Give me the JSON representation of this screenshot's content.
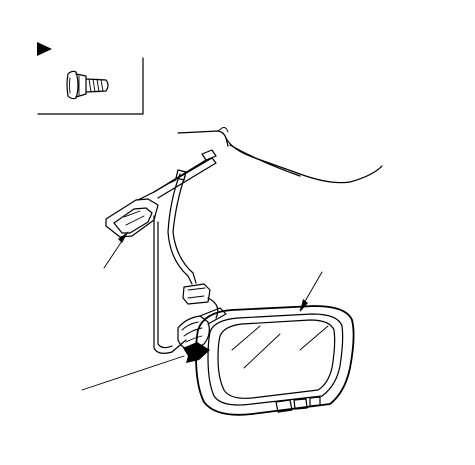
{
  "diagram": {
    "subject": "rearview-mirror-installation",
    "callouts": [
      {
        "id": "mount-bracket",
        "label": ""
      },
      {
        "id": "mirror-body",
        "label": ""
      },
      {
        "id": "connector-push",
        "label": ""
      }
    ],
    "inset": {
      "marker_icon": "triangle-marker-icon",
      "part_icon": "flange-screw-icon"
    },
    "colors": {
      "line": "#000000",
      "background": "#ffffff"
    }
  }
}
